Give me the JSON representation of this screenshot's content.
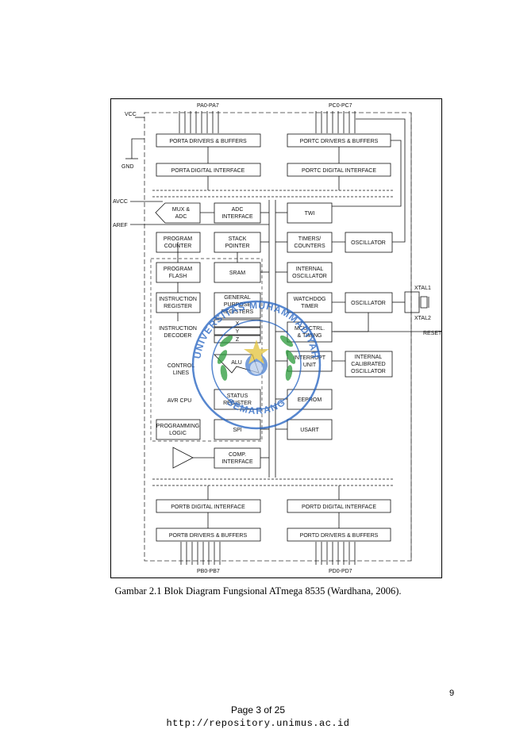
{
  "diagram": {
    "pins": {
      "porta": "PA0-PA7",
      "portc": "PC0-PC7",
      "portb": "PB0-PB7",
      "portd": "PD0-PD7",
      "vcc": "VCC",
      "gnd": "GND",
      "avcc": "AVCC",
      "aref": "AREF",
      "xtal1": "XTAL1",
      "xtal2": "XTAL2",
      "reset": "RESET"
    },
    "blocks": {
      "porta_drivers": "PORTA DRIVERS & BUFFERS",
      "porta_digital": "PORTA DIGITAL INTERFACE",
      "portc_drivers": "PORTC DRIVERS & BUFFERS",
      "portc_digital": "PORTC DIGITAL INTERFACE",
      "mux_adc_1": "MUX &",
      "mux_adc_2": "ADC",
      "adc_interface_1": "ADC",
      "adc_interface_2": "INTERFACE",
      "twi": "TWI",
      "program_counter_1": "PROGRAM",
      "program_counter_2": "COUNTER",
      "stack_pointer_1": "STACK",
      "stack_pointer_2": "POINTER",
      "timers_counters_1": "TIMERS/",
      "timers_counters_2": "COUNTERS",
      "oscillator_top": "OSCILLATOR",
      "program_flash_1": "PROGRAM",
      "program_flash_2": "FLASH",
      "sram": "SRAM",
      "internal_osc_1": "INTERNAL",
      "internal_osc_2": "OSCILLATOR",
      "instruction_register_1": "INSTRUCTION",
      "instruction_register_2": "REGISTER",
      "gp_registers_1": "GENERAL",
      "gp_registers_2": "PURPOSE",
      "gp_registers_3": "REGISTERS",
      "reg_x": "X",
      "reg_y": "Y",
      "reg_z": "Z",
      "watchdog_1": "WATCHDOG",
      "watchdog_2": "TIMER",
      "oscillator_mid": "OSCILLATOR",
      "instruction_decoder_1": "INSTRUCTION",
      "instruction_decoder_2": "DECODER",
      "mcu_ctrl_1": "MCU CTRL.",
      "mcu_ctrl_2": "& TIMING",
      "control_lines_1": "CONTROL",
      "control_lines_2": "LINES",
      "alu": "ALU",
      "interrupt_unit_1": "INTERRUPT",
      "interrupt_unit_2": "UNIT",
      "int_cal_osc_1": "INTERNAL",
      "int_cal_osc_2": "CALIBRATED",
      "int_cal_osc_3": "OSCILLATOR",
      "avr_cpu": "AVR CPU",
      "status_register_1": "STATUS",
      "status_register_2": "REGISTER",
      "eeprom": "EEPROM",
      "programming_logic_1": "PROGRAMMING",
      "programming_logic_2": "LOGIC",
      "spi": "SPI",
      "usart": "USART",
      "comp_interface_1": "COMP.",
      "comp_interface_2": "INTERFACE",
      "portb_digital": "PORTB DIGITAL INTERFACE",
      "portb_drivers": "PORTB DRIVERS & BUFFERS",
      "portd_digital": "PORTD DIGITAL INTERFACE",
      "portd_drivers": "PORTD DRIVERS & BUFFERS"
    },
    "watermark": {
      "text_top": "UNIVERSITAS MUHAMMADIYAH",
      "text_bottom": "SEMARANG",
      "color": "#1f5fbf"
    }
  },
  "caption": "Gambar 2.1 Blok Diagram Fungsional ATmega 8535 (Wardhana, 2006).",
  "page_number": "9",
  "footer": {
    "page_label": "Page 3 of 25",
    "url": "http://repository.unimus.ac.id"
  }
}
